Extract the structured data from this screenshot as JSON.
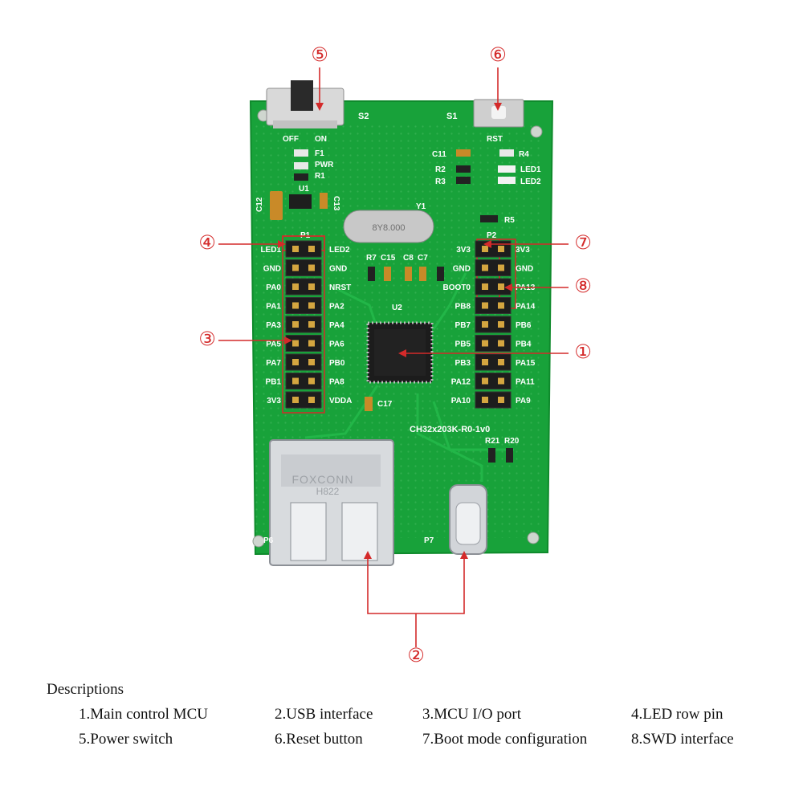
{
  "board": {
    "model": "CH32x203K-R0-1v0",
    "silkscreen": {
      "switch_ref": "S2",
      "switch_off": "OFF",
      "switch_on": "ON",
      "button_ref": "S1",
      "button_name": "RST",
      "fuse": "F1",
      "pwr": "PWR",
      "r1": "R1",
      "u1": "U1",
      "c12": "C12",
      "c13": "C13",
      "c11": "C11",
      "r4": "R4",
      "r2": "R2",
      "r3": "R3",
      "led1": "LED1",
      "led2": "LED2",
      "r5": "R5",
      "y1": "Y1",
      "crystal_text": "8Y8.000",
      "p1": "P1",
      "p2": "P2",
      "u2": "U2",
      "r7": "R7",
      "c15": "C15",
      "c8": "C8",
      "c7": "C7",
      "c17": "C17",
      "r21": "R21",
      "r20": "R20",
      "p7": "P7",
      "p6": "P6",
      "usb_brand": "FOXCONN",
      "usb_code": "H822"
    },
    "left_header_left": [
      "LED1",
      "GND",
      "PA0",
      "PA1",
      "PA3",
      "PA5",
      "PA7",
      "PB1",
      "3V3"
    ],
    "left_header_right": [
      "LED2",
      "GND",
      "NRST",
      "PA2",
      "PA4",
      "PA6",
      "PB0",
      "PA8",
      "VDDA"
    ],
    "right_header_left": [
      "3V3",
      "GND",
      "BOOT0",
      "PB8",
      "PB7",
      "PB5",
      "PB3",
      "PA12",
      "PA10"
    ],
    "right_header_right": [
      "3V3",
      "GND",
      "PA13",
      "PA14",
      "PB6",
      "PB4",
      "PA15",
      "PA11",
      "PA9"
    ]
  },
  "callouts": [
    "①",
    "②",
    "③",
    "④",
    "⑤",
    "⑥",
    "⑦",
    "⑧"
  ],
  "colors": {
    "pcb": "#18a23a",
    "pcb_dark": "#0f8a2c",
    "callout": "#d42a2a"
  },
  "descriptions": {
    "title": "Descriptions",
    "items": [
      "1.Main control MCU",
      "2.USB interface",
      "3.MCU I/O port",
      "4.LED row pin",
      "5.Power switch",
      "6.Reset button",
      "7.Boot mode configuration",
      "8.SWD interface"
    ]
  }
}
